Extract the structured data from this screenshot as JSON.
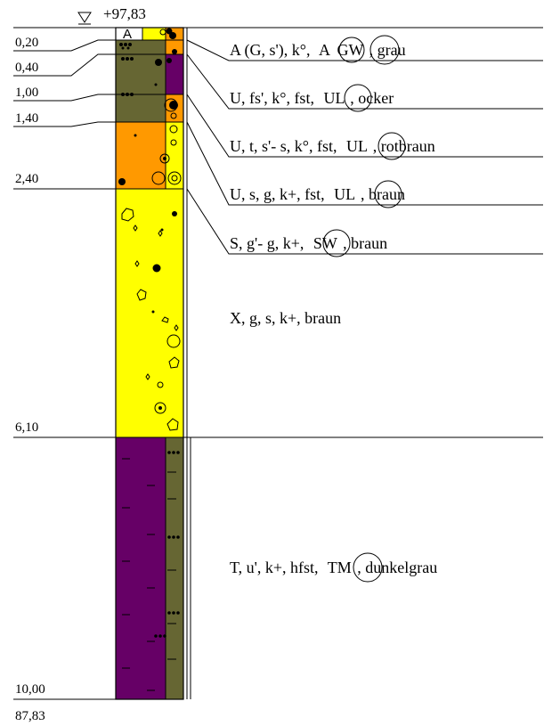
{
  "top_elevation": "+97,83",
  "top_label": "A",
  "bottom_elevation": "87,83",
  "colors": {
    "olive": "#666633",
    "orange": "#ff9900",
    "yellow": "#ffff00",
    "purple": "#660066",
    "line": "#000000"
  },
  "layers": [
    {
      "depth": "0,20",
      "desc_parts": [
        "A (G, s'), k°,",
        "A",
        "GW",
        ", grau"
      ],
      "main_color": "olive",
      "strip_color": "orange"
    },
    {
      "depth": "0,40",
      "desc_parts": [
        "U, fs', k°, fst,",
        "UL",
        ", ocker"
      ],
      "main_color": "olive",
      "strip_color": "purple"
    },
    {
      "depth": "1,00",
      "desc_parts": [
        "U, t, s'- s, k°, fst,",
        "UL",
        ", rotbraun"
      ],
      "main_color": "olive",
      "strip_color": "orange"
    },
    {
      "depth": "1,40",
      "desc_parts": [
        "U, s, g, k+, fst,",
        "UL",
        ", braun"
      ],
      "main_color": "orange",
      "strip_color": "yellow"
    },
    {
      "depth": "2,40",
      "desc_parts": [
        "S, g'- g, k+,",
        "SW",
        ", braun"
      ],
      "main_color": "yellow",
      "strip_color": "yellow"
    },
    {
      "depth": "6,10",
      "desc_parts": [
        "X, g, s, k+, braun"
      ],
      "main_color": "yellow",
      "strip_color": "yellow"
    },
    {
      "depth": "10,00",
      "desc_parts": [
        "T, u', k+, hfst,",
        "TM",
        ", dunkelgrau"
      ],
      "main_color": "purple",
      "strip_color": "olive"
    }
  ]
}
